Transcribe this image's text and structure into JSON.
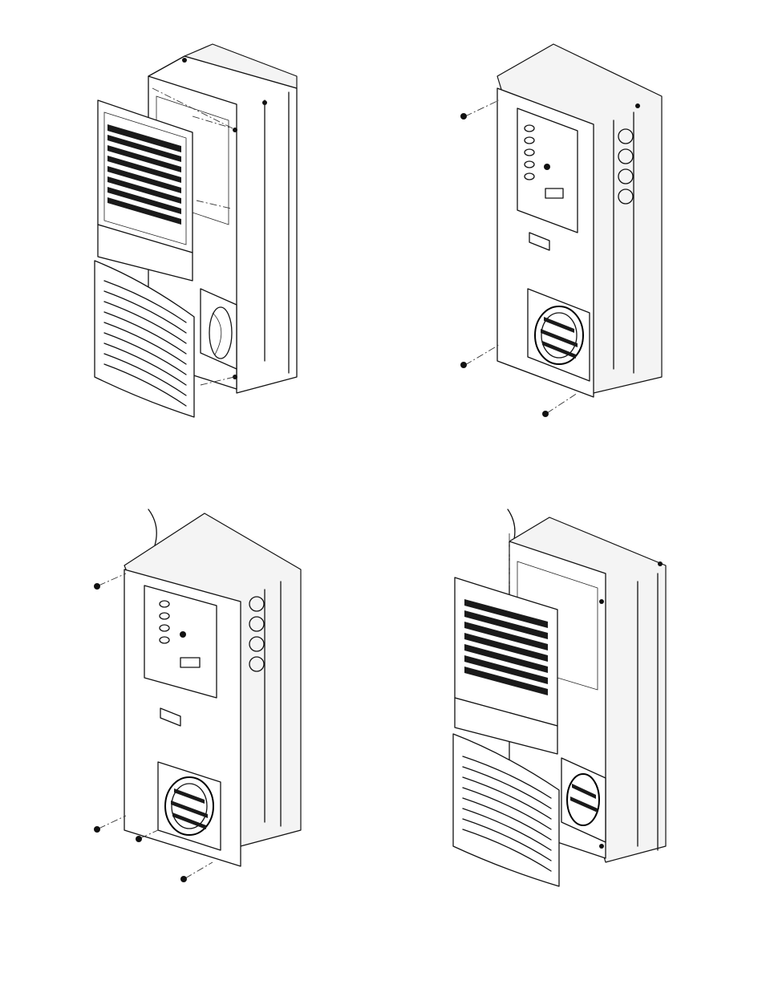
{
  "figure": {
    "kind": "exploded-assembly-drawing",
    "views": [
      {
        "id": "view-1",
        "depicts": "front-cover-removed-from-enclosure-unit"
      },
      {
        "id": "view-2",
        "depicts": "rear-mounting-panel-with-screws"
      },
      {
        "id": "view-3",
        "depicts": "unit-with-gasket-and-mounting-screws"
      },
      {
        "id": "view-4",
        "depicts": "front-cover-reinstalled-on-unit"
      }
    ]
  },
  "icons": {
    "fan": "fan-icon",
    "screw": "screw-icon",
    "coil": "condenser-coil-icon",
    "grille": "vent-grille-icon"
  },
  "colors": {
    "line": "#111111",
    "background": "#ffffff",
    "grille": "#1a1a1a"
  }
}
